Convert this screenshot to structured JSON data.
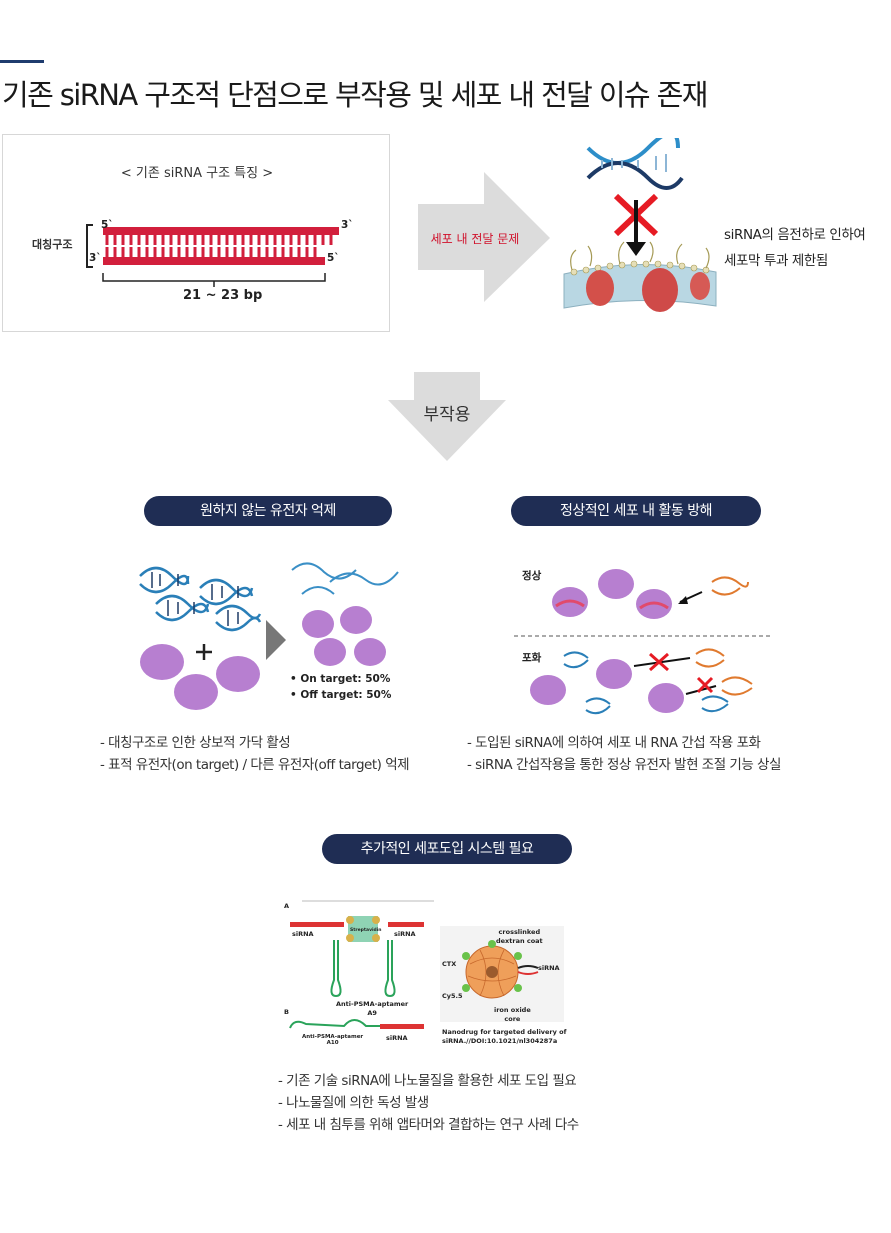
{
  "title": "기존 siRNA 구조적 단점으로 부작용 및 세포 내 전달 이슈 존재",
  "structure": {
    "caption": "< 기존 siRNA 구조 특징 >",
    "symmetry_label": "대칭구조",
    "end_5_top": "5`",
    "end_3_top": "3`",
    "end_3_bottom": "3`",
    "end_5_bottom": "5`",
    "length_label": "21 ~ 23 bp"
  },
  "delivery": {
    "arrow_label": "세포 내 전달 문제",
    "description": [
      "siRNA의 음전하로 인하여",
      "세포막 투과 제한됨"
    ]
  },
  "side_effect_label": "부작용",
  "panel_left": {
    "pill": "원하지 않는 유전자 억제",
    "on_target": "• On target: 50%",
    "off_target": "• Off target: 50%",
    "bullets": [
      "- 대칭구조로 인한 상보적 가닥 활성",
      "- 표적 유전자(on target) / 다른 유전자(off target) 억제"
    ]
  },
  "panel_right": {
    "pill": "정상적인 세포 내 활동 방해",
    "normal_label": "정상",
    "saturated_label": "포화",
    "bullets": [
      "- 도입된 siRNA에 의하여 세포 내 RNA 간섭 작용 포화",
      "- siRNA 간섭작용을 통한 정상 유전자 발현 조절 기능 상실"
    ]
  },
  "panel_bottom": {
    "pill": "추가적인 세포도입 시스템 필요",
    "fig_a_labels": {
      "panel_a": "A",
      "panel_b": "B",
      "sirna_left": "siRNA",
      "sirna_right": "siRNA",
      "streptavidin": "Streptavidin",
      "aptamer_a9": "Anti-PSMA-aptamer\nA9",
      "aptamer_a10": "Anti-PSMA-aptamer\nA10",
      "sirna_b": "siRNA"
    },
    "fig_b_labels": {
      "coat": "crosslinked\ndextran coat",
      "ctx": "CTX",
      "sirna": "siRNA",
      "cy": "Cy5.5",
      "core": "iron oxide\ncore",
      "ref": "Nanodrug for targeted delivery of\nsiRNA.//DOI:10.1021/nl304287a"
    },
    "bullets": [
      "- 기존 기술 siRNA에 나노물질을 활용한 세포 도입 필요",
      "- 나노물질에 의한 독성 발생",
      "- 세포 내 침투를 위해 앱타머와 결합하는 연구 사례 다수"
    ]
  },
  "colors": {
    "navy": "#1f2d54",
    "accent_red": "#d0112b",
    "arrow_gray": "#dcdcdc",
    "strand_red": "#d21f3c"
  }
}
